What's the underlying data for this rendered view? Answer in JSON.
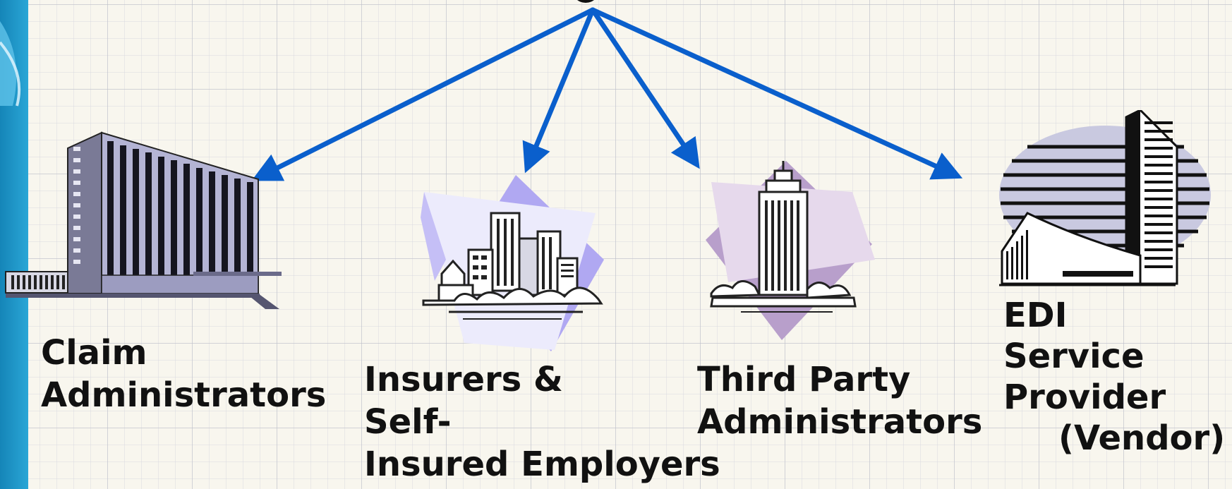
{
  "colors": {
    "arrow": "#0a5fcc",
    "background": "#f8f6ee",
    "label_text": "#111111"
  },
  "labels": {
    "claim_administrators": [
      "Claim",
      "Administrators"
    ],
    "insurers": [
      "Insurers &",
      "Self-",
      "Insured Employers"
    ],
    "third_party": [
      "Third Party",
      "Administrators"
    ],
    "edi": [
      "EDI",
      "Service",
      "Provider",
      "(Vendor)"
    ]
  },
  "icons": {
    "claim_administrators": "office-building-icon",
    "insurers": "city-skyline-icon",
    "third_party": "skyscraper-icon",
    "edi": "corporate-campus-icon"
  }
}
